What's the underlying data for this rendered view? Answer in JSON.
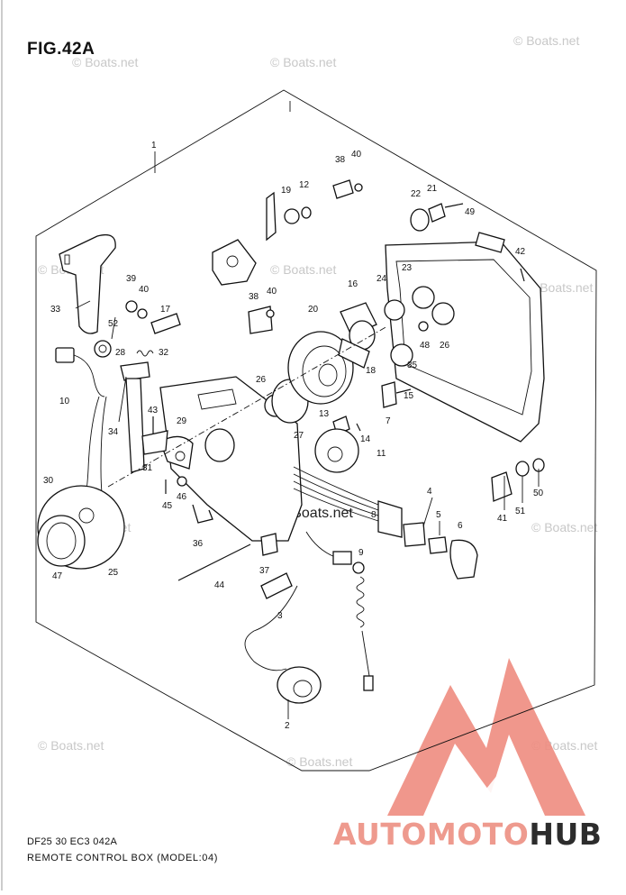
{
  "figure": {
    "title": "FIG.42A"
  },
  "footer": {
    "code": "DF25 30 EC3  042A",
    "title": "REMOTE CONTROL BOX (MODEL:04)"
  },
  "watermark": {
    "text": "© Boats.net"
  },
  "brand": {
    "part1": "AUTO",
    "part2": "MOTO",
    "part3": "HUB",
    "logo_color": "#ee8c80"
  },
  "callouts": [
    "1",
    "2",
    "3",
    "4",
    "5",
    "6",
    "7",
    "8",
    "9",
    "10",
    "11",
    "12",
    "13",
    "14",
    "15",
    "16",
    "17",
    "18",
    "19",
    "20",
    "21",
    "22",
    "23",
    "24",
    "25",
    "26",
    "26",
    "27",
    "28",
    "29",
    "30",
    "31",
    "32",
    "33",
    "34",
    "35",
    "36",
    "37",
    "38",
    "38",
    "39",
    "40",
    "40",
    "40",
    "41",
    "42",
    "43",
    "44",
    "45",
    "46",
    "47",
    "48",
    "49",
    "50",
    "51",
    "52"
  ]
}
